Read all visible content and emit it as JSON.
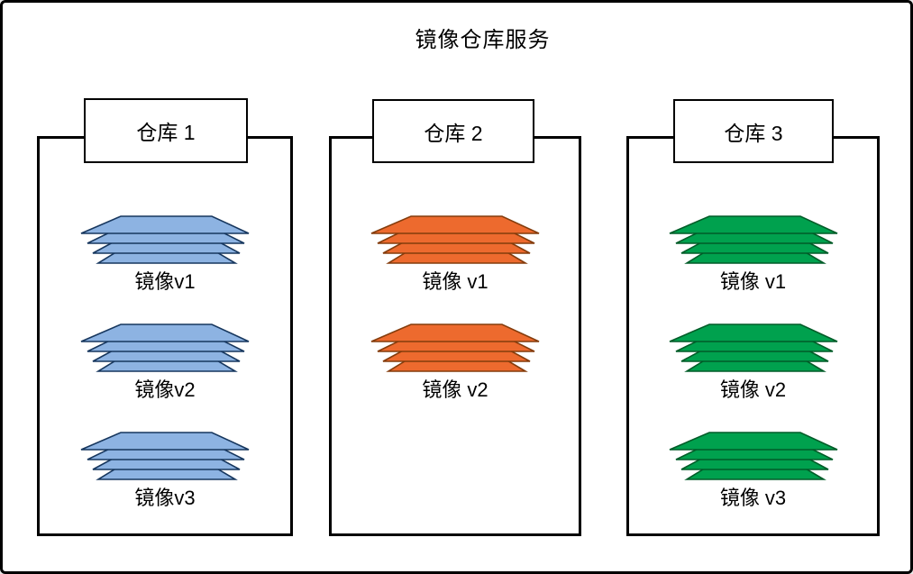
{
  "title": "镜像仓库服务",
  "canvas": {
    "background": "#ffffff",
    "border_color": "#000000"
  },
  "stack": {
    "layers_per_stack": 4
  },
  "repositories": [
    {
      "name": "仓库 1",
      "stack_fill": "#8db3e2",
      "stack_stroke": "#17375e",
      "images": [
        "镜像v1",
        "镜像v2",
        "镜像v3"
      ]
    },
    {
      "name": "仓库 2",
      "stack_fill": "#ed6a2e",
      "stack_stroke": "#843c0c",
      "images": [
        "镜像 v1",
        "镜像 v2"
      ]
    },
    {
      "name": "仓库 3",
      "stack_fill": "#00a14e",
      "stack_stroke": "#005c28",
      "images": [
        "镜像 v1",
        "镜像 v2",
        "镜像 v3"
      ]
    }
  ]
}
